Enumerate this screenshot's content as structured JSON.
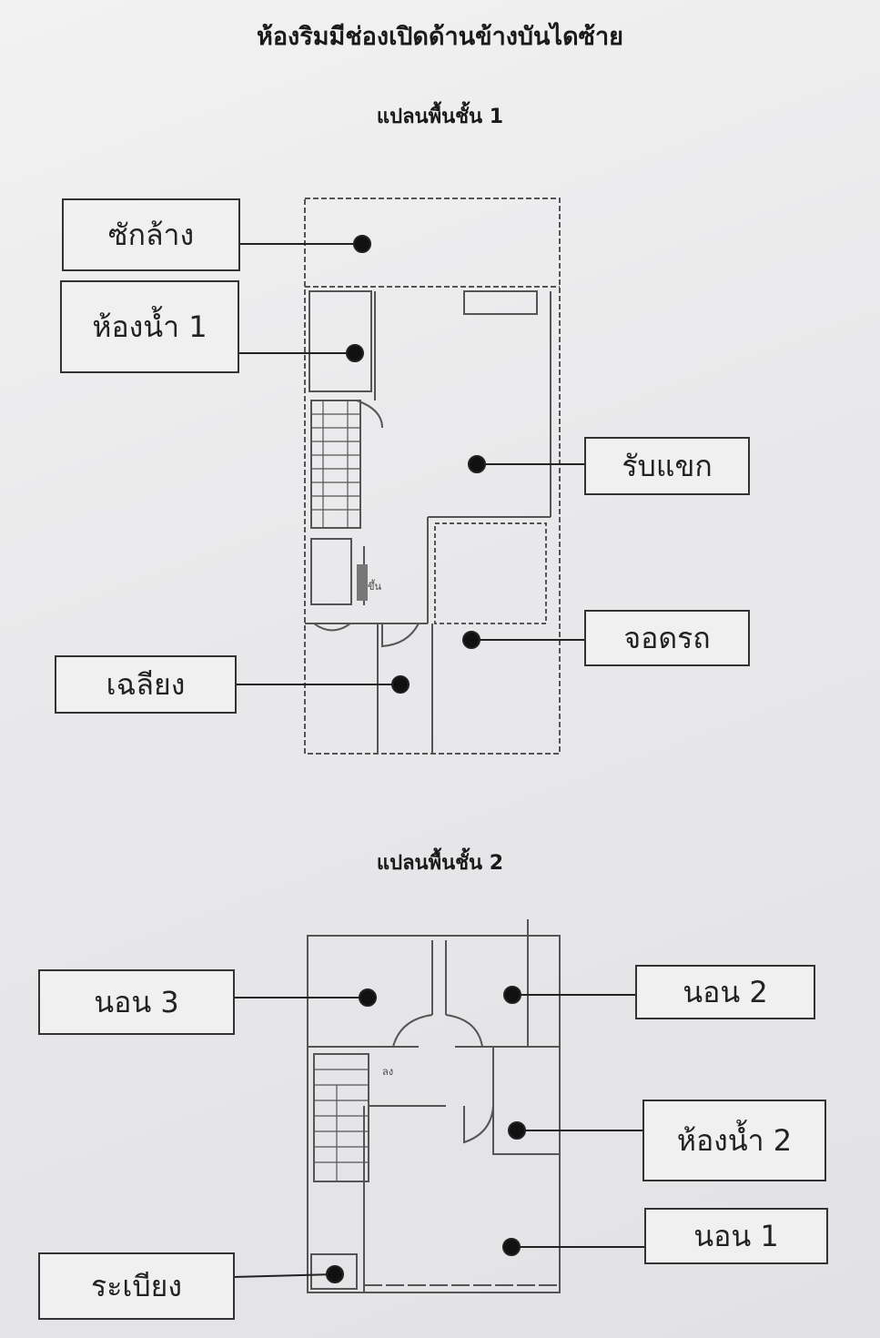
{
  "page": {
    "title": "ห้องริมมีช่องเปิดด้านข้างบันไดซ้าย"
  },
  "plans": [
    {
      "title": "แปลนพื้นชั้น 1",
      "rooms": [
        "ซักล้าง",
        "ห้องน้ำ 1",
        "รับแขก",
        "จอดรถ",
        "เฉลียง"
      ],
      "floor_annotation": "ขึ้น"
    },
    {
      "title": "แปลนพื้นชั้น 2",
      "rooms": [
        "นอน 3",
        "นอน 2",
        "ห้องน้ำ 2",
        "นอน 1",
        "ระเบียง"
      ],
      "floor_annotation": "ลง"
    }
  ]
}
